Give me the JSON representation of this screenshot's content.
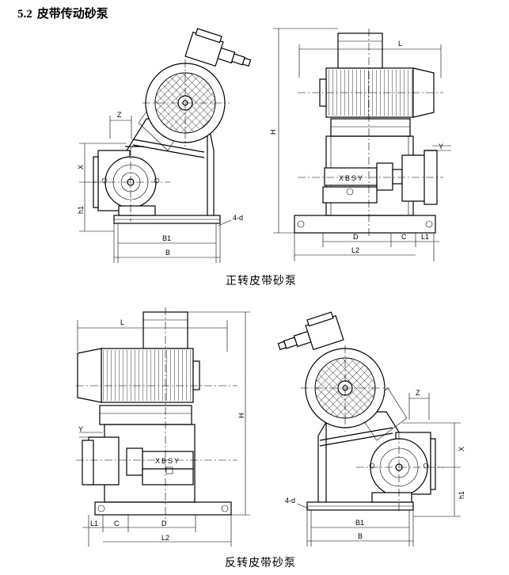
{
  "heading": {
    "number": "5.2",
    "title": "皮带传动砂泵"
  },
  "captions": {
    "forward": "正转皮带砂泵",
    "reverse": "反转皮带砂泵"
  },
  "nameplate": "XBSY",
  "dimension_labels": {
    "z": "Z",
    "x": "X",
    "h1": "h1",
    "b1": "B1",
    "b": "B",
    "four_d": "4-d",
    "l": "L",
    "h": "H",
    "y": "Y",
    "d": "D",
    "c": "C",
    "l1": "L1",
    "l2": "L2"
  }
}
